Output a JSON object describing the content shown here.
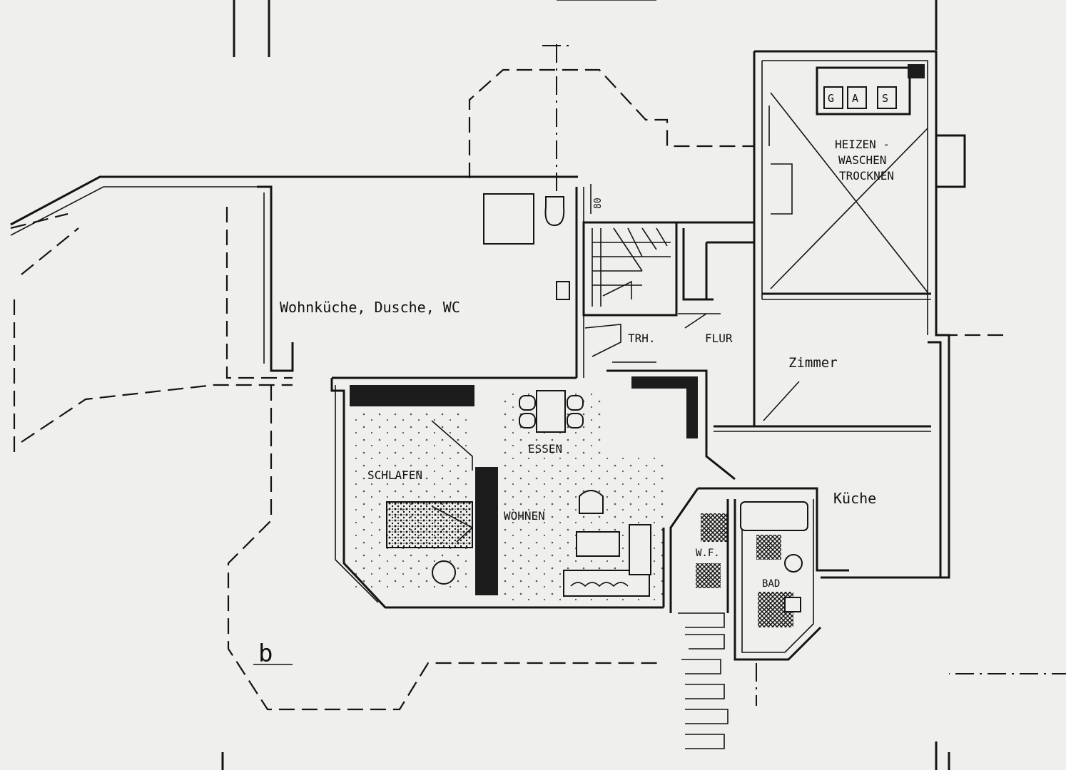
{
  "rooms": {
    "wohnkueche": "Wohnküche, Dusche, WC",
    "heizen_1": "HEIZEN -",
    "heizen_2": "WASCHEN",
    "heizen_3": "TROCKNEN",
    "gas": [
      "G",
      "A",
      "S"
    ],
    "treppenhaus": "TRH.",
    "flur": "FLUR",
    "zimmer": "Zimmer",
    "essen": "ESSEN",
    "schlafen": "SCHLAFEN",
    "wohnen": "WOHNEN",
    "kueche": "Küche",
    "wc": "W.F.",
    "bad": "BAD"
  },
  "dimension": "80",
  "section_marker": "b",
  "colors": {
    "background": "#efefed",
    "ink": "#141414"
  }
}
